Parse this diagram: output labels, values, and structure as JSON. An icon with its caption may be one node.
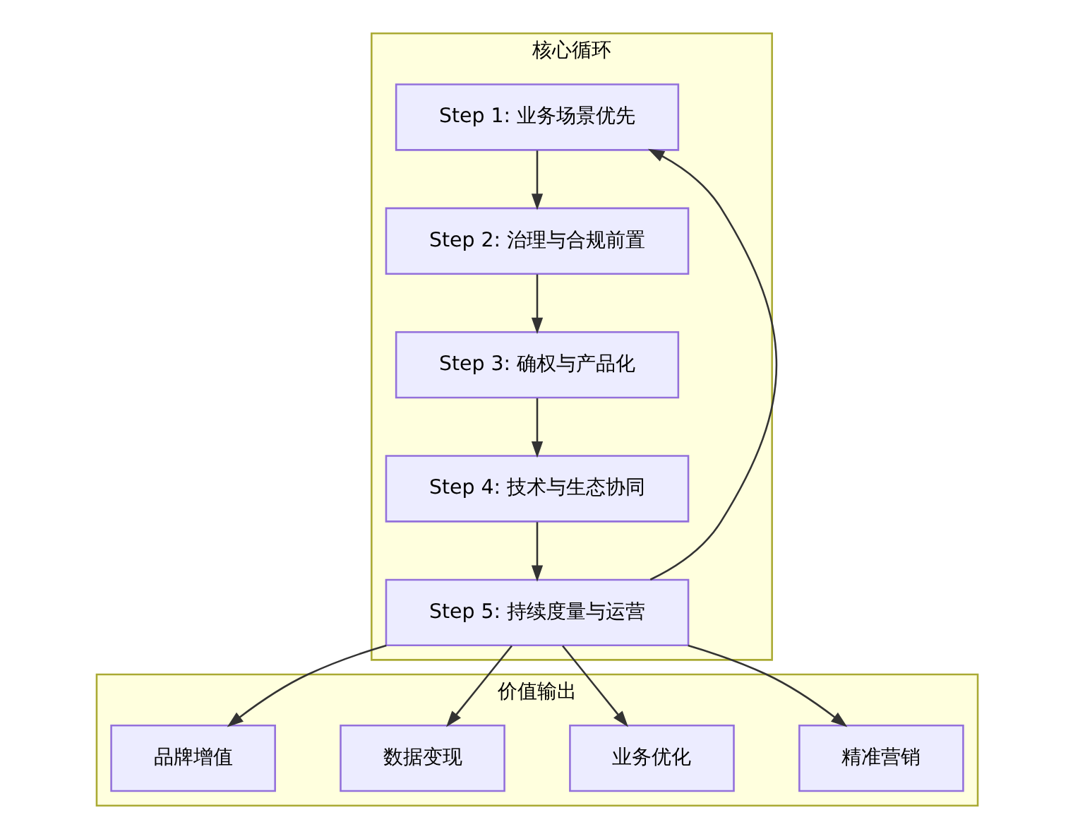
{
  "diagram": {
    "nodes": [
      {
        "text": [
          "核心循环"
        ]
      },
      {
        "text": [
          "Step 1: 业务场景优先"
        ],
        "in": 0
      },
      {
        "text": [
          "Step 2: 治理与合规前置"
        ],
        "in": 0
      },
      {
        "text": [
          "Step 3: 确权与产品化"
        ],
        "in": 0
      },
      {
        "text": [
          "Step 4: 技术与生态协同"
        ],
        "in": 0
      },
      {
        "text": [
          "Step 5: 持续度量与运营"
        ],
        "in": 0
      },
      {
        "text": [
          "价值输出"
        ]
      },
      {
        "text": [
          "精准营销"
        ],
        "in": 6
      },
      {
        "text": [
          "业务优化"
        ],
        "in": 6
      },
      {
        "text": [
          "数据变现"
        ],
        "in": 6
      },
      {
        "text": [
          "品牌增值"
        ],
        "in": 6
      }
    ],
    "edges": [
      {
        "from": 1,
        "to": 2,
        "arrow": "to"
      },
      {
        "from": 2,
        "to": 3,
        "arrow": "to"
      },
      {
        "from": 3,
        "to": 4,
        "arrow": "to"
      },
      {
        "from": 4,
        "to": 5,
        "arrow": "to"
      },
      {
        "from": 5,
        "to": 1,
        "arrow": "to"
      },
      {
        "from": 5,
        "to": 7,
        "arrow": "to"
      },
      {
        "from": 5,
        "to": 8,
        "arrow": "to"
      },
      {
        "from": 5,
        "to": 9,
        "arrow": "to"
      },
      {
        "from": 5,
        "to": 10,
        "arrow": "to"
      }
    ]
  }
}
